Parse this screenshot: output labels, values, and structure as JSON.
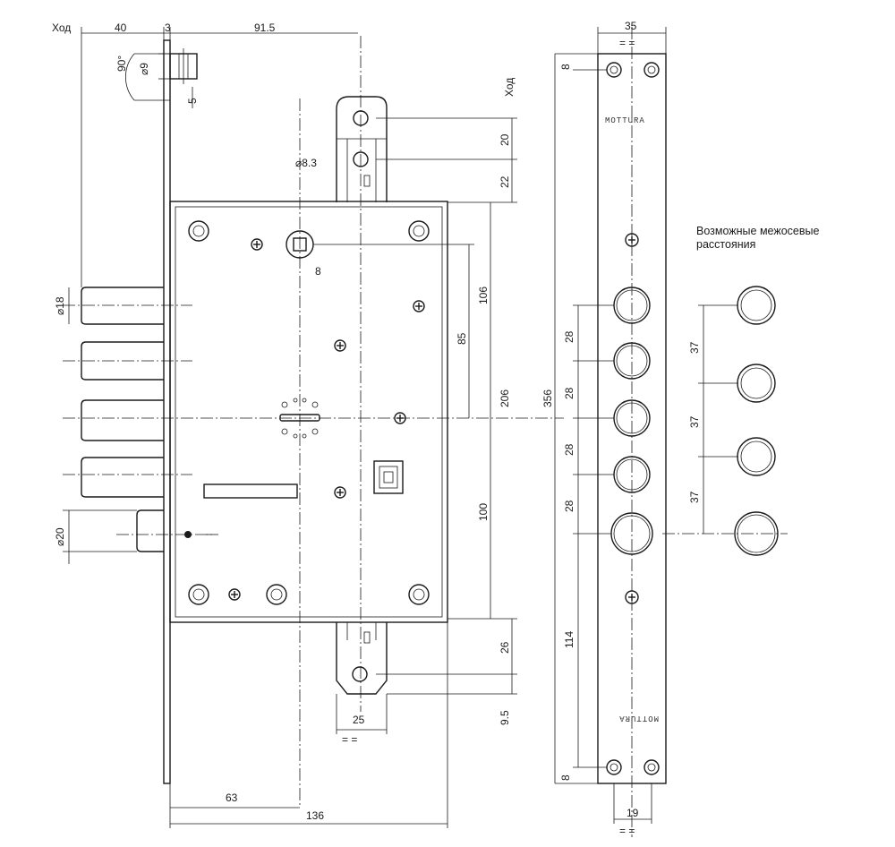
{
  "labels": {
    "hod_top": "Ход",
    "hod_right": "Ход",
    "d40": "40",
    "d3": "3",
    "d915": "91.5",
    "d35": "35",
    "eq": "= =",
    "angle90": "90°",
    "dia9": "⌀9",
    "d5": "5",
    "d8top": "8",
    "d20": "20",
    "dia83": "⌀8.3",
    "d22": "22",
    "sq8": "8",
    "dia18": "⌀18",
    "d106": "106",
    "d85": "85",
    "d206": "206",
    "d356": "356",
    "d100": "100",
    "dia20": "⌀20",
    "d28a": "28",
    "d28b": "28",
    "d28c": "28",
    "d28d": "28",
    "d114": "114",
    "d8bot": "8",
    "d26": "26",
    "d95": "9.5",
    "d25": "25",
    "d63": "63",
    "d136": "136",
    "d19": "19",
    "d37a": "37",
    "d37b": "37",
    "d37c": "37",
    "brand_top": "MOTTURA",
    "brand_bottom": "MOTTURA",
    "note_line1": "Возможные межосевые",
    "note_line2": "расстояния"
  }
}
